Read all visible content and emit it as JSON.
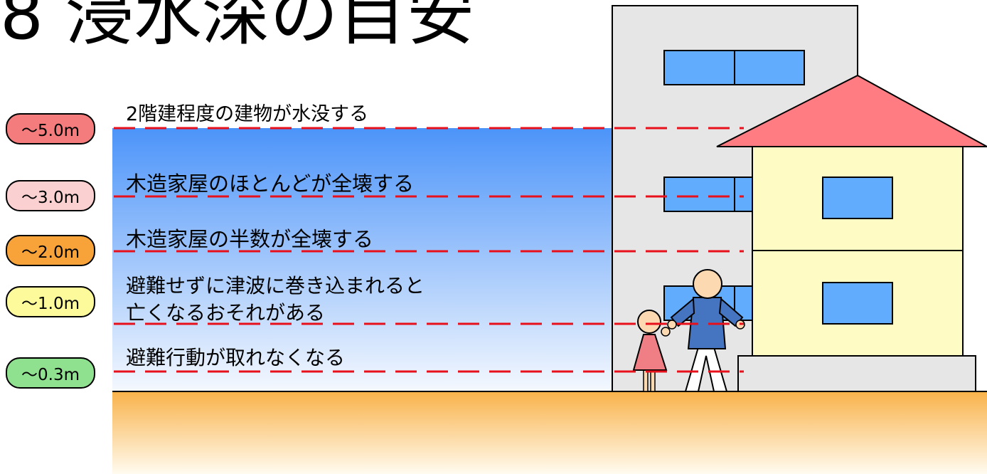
{
  "title": "8 浸水深の目安",
  "levels": [
    {
      "label": "〜5.0m",
      "description": "2階建程度の建物が水没する",
      "color": "#f47c7c"
    },
    {
      "label": "〜3.0m",
      "description": "木造家屋のほとんどが全壊する",
      "color": "#fbd0d0"
    },
    {
      "label": "〜2.0m",
      "description": "木造家屋の半数が全壊する",
      "color": "#f7a33a"
    },
    {
      "label": "〜1.0m",
      "description": "避難せずに津波に巻き込まれると\n亡くなるおそれがある",
      "color": "#fdfa9c"
    },
    {
      "label": "〜0.3m",
      "description": "避難行動が取れなくなる",
      "color": "#8fe08f"
    }
  ],
  "colors": {
    "water_top": "#4c94f9",
    "water_bottom": "#f4f8fe",
    "ground_top": "#f9b24a",
    "ground_bottom": "#fffbf0",
    "dashed_line": "#e8101a",
    "building": "#e6e6e6",
    "window": "#62acfd",
    "house_wall": "#fefcc4",
    "roof": "#fe7c82"
  }
}
